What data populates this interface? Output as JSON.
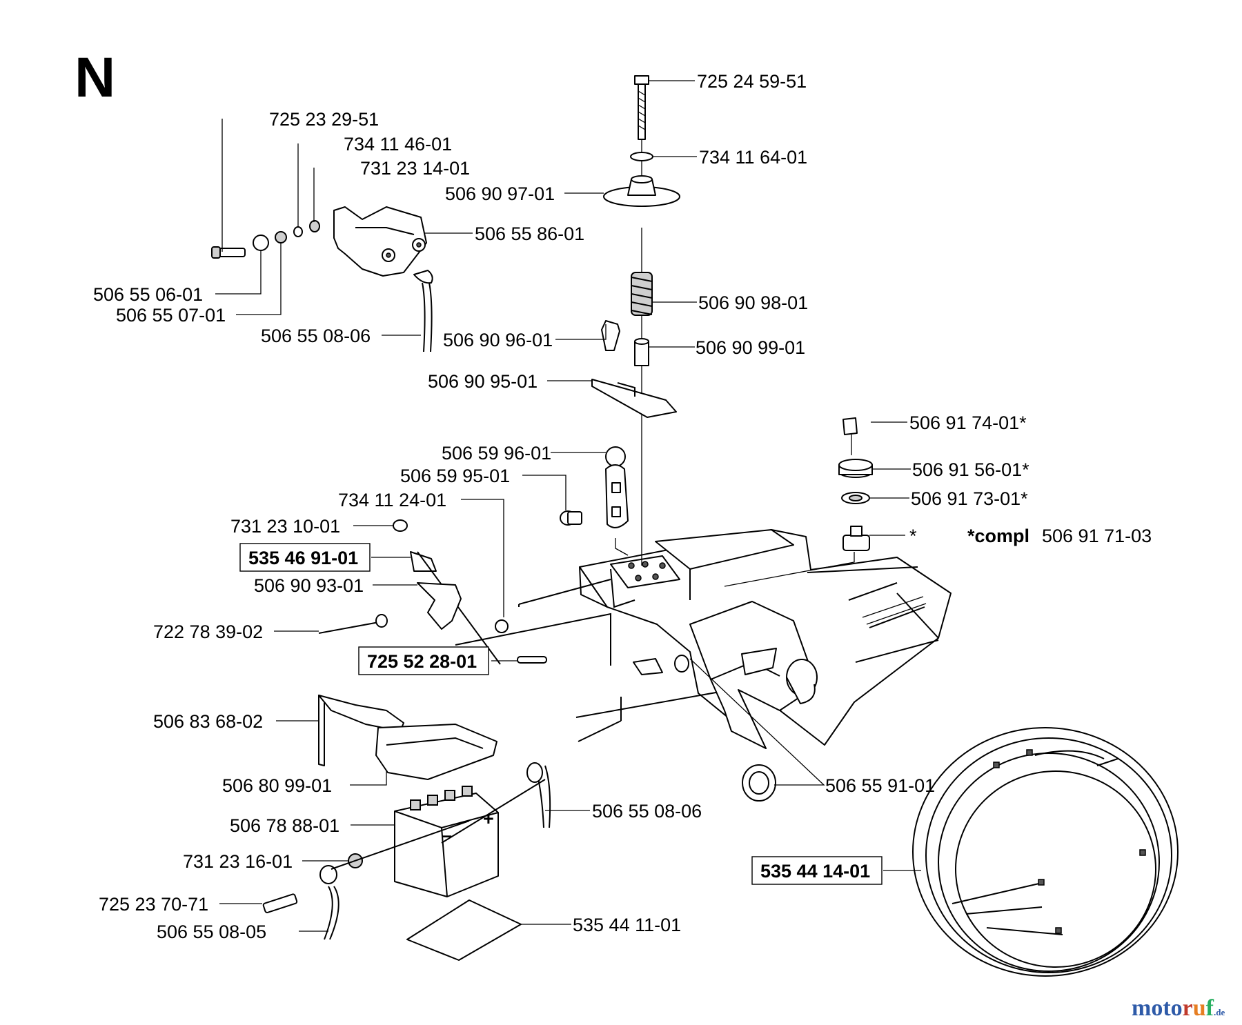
{
  "section_letter": "N",
  "compl_note": {
    "prefix": "*compl",
    "number": "506 91 71-03"
  },
  "brand": {
    "letters": [
      "m",
      "o",
      "t",
      "o",
      "r",
      "u",
      "f"
    ],
    "suffix": ".de",
    "colors": [
      "#2e5aa8",
      "#2e5aa8",
      "#2e5aa8",
      "#2e5aa8",
      "#c0392b",
      "#e67e22",
      "#27ae60"
    ]
  },
  "parts": {
    "p1": "725 24 59-51",
    "p2": "734 11 64-01",
    "p3": "506 90 97-01",
    "p4": "506 90 98-01",
    "p5": "506 90 96-01",
    "p6": "506 90 99-01",
    "p7": "506 90 95-01",
    "p8": "725 23 29-51",
    "p9": "734 11 46-01",
    "p10": "731 23 14-01",
    "p11": "506 55 86-01",
    "p12": "506 55 06-01",
    "p13": "506 55 07-01",
    "p14": "506 55 08-06",
    "p15": "506 91 74-01*",
    "p16": "506 91 56-01*",
    "p17": "506 91 73-01*",
    "p18": "*",
    "p19": "506 59 96-01",
    "p20": "506 59 95-01",
    "p21": "734 11 24-01",
    "p22": "731 23 10-01",
    "p23": "535 46 91-01",
    "p24": "506 90 93-01",
    "p25": "722 78 39-02",
    "p26": "725 52 28-01",
    "p27": "506 83 68-02",
    "p28": "506 80 99-01",
    "p29": "506 78 88-01",
    "p30": "506 55 08-06",
    "p31": "506 55 91-01",
    "p32": "731 23 16-01",
    "p33": "725 23 70-71",
    "p34": "506 55 08-05",
    "p35": "535 44 11-01",
    "p36": "535 44 14-01"
  }
}
